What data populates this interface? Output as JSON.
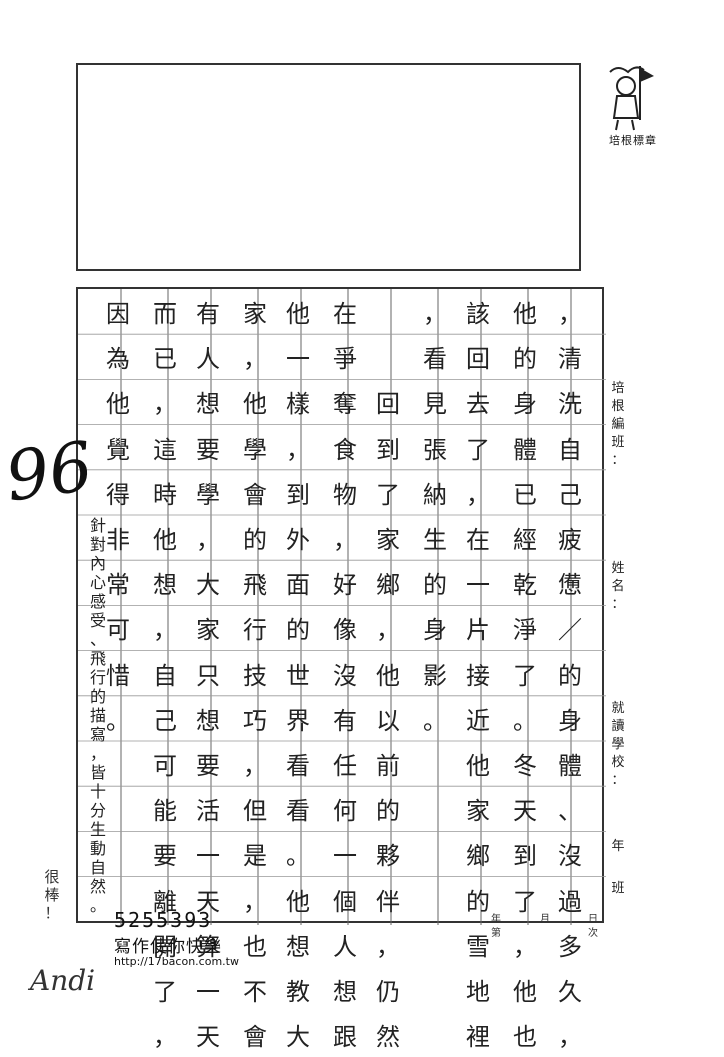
{
  "stamp": {
    "label": "培根標章",
    "icon": "kid-with-pennant-icon"
  },
  "columns": [
    [
      "，",
      "清",
      "洗",
      "自",
      "己",
      "疲",
      "憊",
      "／",
      "的",
      "身",
      "體",
      "、",
      "沒",
      "過",
      "多",
      "久",
      "，"
    ],
    [
      "他",
      "的",
      "身",
      "體",
      "已",
      "經",
      "乾",
      "淨",
      "了",
      "。",
      "冬",
      "天",
      "到",
      "了",
      "，",
      "他",
      "也"
    ],
    [
      "該",
      "回",
      "去",
      "了",
      "，",
      "在",
      "一",
      "片",
      "接",
      "近",
      "他",
      "家",
      "鄉",
      "的",
      "雪",
      "地",
      "裡"
    ],
    [
      "，",
      "看",
      "見",
      "張",
      "納",
      "生",
      "的",
      "身",
      "影",
      "。",
      "",
      "",
      "",
      "",
      "",
      "",
      ""
    ],
    [
      "",
      "",
      "回",
      "到",
      "了",
      "家",
      "鄉",
      "，",
      "他",
      "以",
      "前",
      "的",
      "夥",
      "伴",
      "，",
      "仍",
      "然"
    ],
    [
      "在",
      "爭",
      "奪",
      "食",
      "物",
      "，",
      "好",
      "像",
      "沒",
      "有",
      "任",
      "何",
      "一",
      "個",
      "人",
      "想",
      "跟"
    ],
    [
      "他",
      "一",
      "樣",
      "，",
      "到",
      "外",
      "面",
      "的",
      "世",
      "界",
      "看",
      "看",
      "。",
      "他",
      "想",
      "教",
      "大"
    ],
    [
      "家",
      "，",
      "他",
      "學",
      "會",
      "的",
      "飛",
      "行",
      "技",
      "巧",
      "，",
      "但",
      "是",
      "，",
      "也",
      "不",
      "會"
    ],
    [
      "有",
      "人",
      "想",
      "要",
      "學",
      "，",
      "大",
      "家",
      "只",
      "想",
      "要",
      "活",
      "一",
      "天",
      "算",
      "一",
      "天"
    ],
    [
      "而",
      "已",
      "，",
      "這",
      "時",
      "他",
      "想",
      "，",
      "自",
      "己",
      "可",
      "能",
      "要",
      "離",
      "開",
      "了",
      "，"
    ],
    [
      "因",
      "為",
      "他",
      "覺",
      "得",
      "非",
      "常",
      "可",
      "惜",
      "。",
      "",
      "",
      "",
      "",
      "",
      "",
      ""
    ]
  ],
  "side_labels": {
    "class": "培根編班：",
    "name": "姓名：",
    "school": "就讀學校：",
    "year": "年",
    "class_suffix": "班"
  },
  "score": "96",
  "teacher_comment_main": "針對內心感受、飛行的描寫，皆十分生動自然。",
  "teacher_comment_corner": "很棒！",
  "date_labels": [
    "年",
    "月",
    "日",
    "第",
    "次"
  ],
  "footer": {
    "number": "5255393",
    "slogan": "寫作使你快樂",
    "url": "http://17bacon.com.tw"
  },
  "signature": "Andi"
}
